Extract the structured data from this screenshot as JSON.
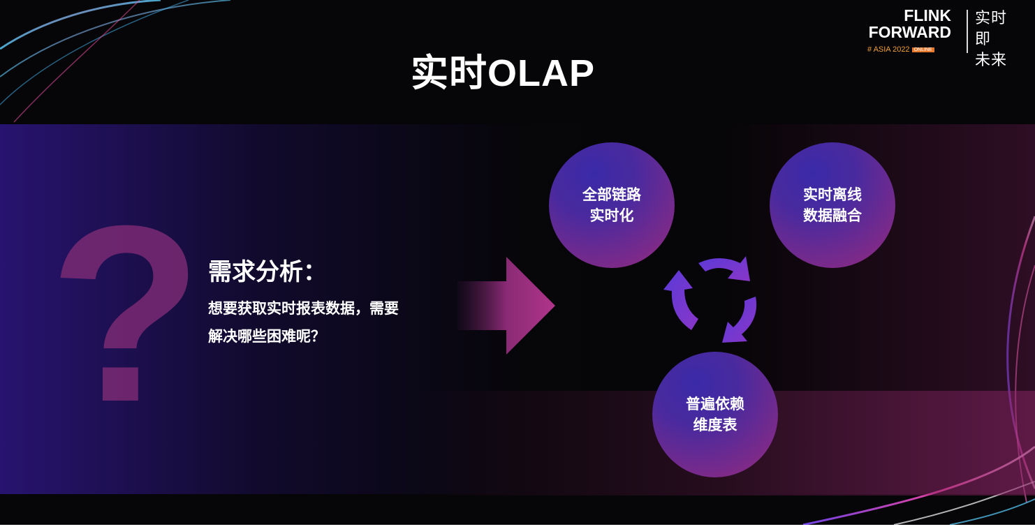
{
  "slide": {
    "title": "实时OLAP"
  },
  "logo": {
    "flink": "FLINK",
    "forward": "FORWARD",
    "event": "# ASIA 2022",
    "online": "ONLINE",
    "slogan_line1": "实时即",
    "slogan_line2": "未来"
  },
  "requirement": {
    "heading": "需求分析：",
    "body_line1": "想要获取实时报表数据，需要",
    "body_line2": "解决哪些困难呢？"
  },
  "circles": [
    {
      "text": "全部链路\n实时化"
    },
    {
      "text": "实时离线\n数据融合"
    },
    {
      "text": "普遍依赖\n维度表"
    }
  ],
  "colors": {
    "background": "#060507",
    "circle_blue": "#3a2aa8",
    "circle_magenta": "#9a2a7a",
    "accent_purple": "#6a36c8"
  }
}
